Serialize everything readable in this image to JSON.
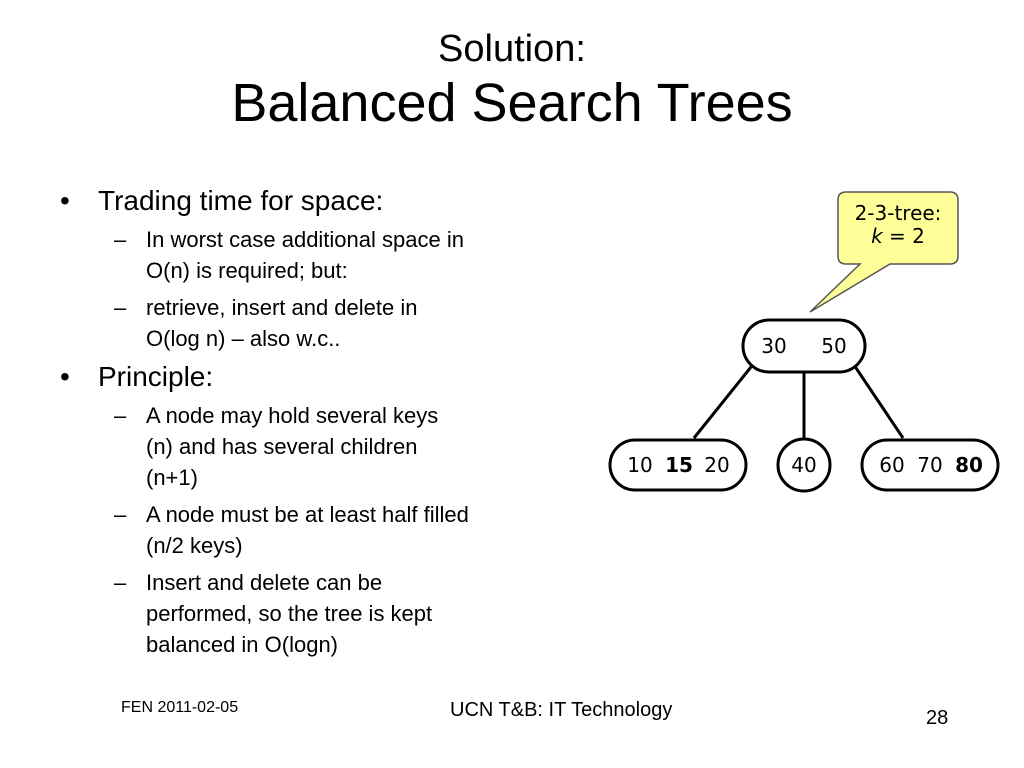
{
  "title": {
    "line1": "Solution:",
    "line2": "Balanced Search Trees"
  },
  "bullets": [
    {
      "text": "Trading time for space:",
      "subitems": [
        [
          "In worst case additional space in",
          "O(n) is required; but:"
        ],
        [
          "retrieve, insert and delete in",
          "O(log n) – also w.c.."
        ]
      ]
    },
    {
      "text": "Principle:",
      "subitems": [
        [
          "A node may hold several keys",
          "(n) and has several children",
          "(n+1)"
        ],
        [
          "A node must be at least half filled",
          "(n/2 keys)"
        ],
        [
          "Insert and delete can be",
          "performed, so the tree is kept",
          "balanced in O(logn)"
        ]
      ]
    }
  ],
  "diagram": {
    "callout": {
      "line1": "2-3-tree:",
      "line2_var": "k",
      "line2_rest": " = 2",
      "fill": "#FFFF99",
      "stroke": "#555555"
    },
    "root": {
      "keys": [
        "30",
        "50"
      ]
    },
    "children": [
      {
        "keys": [
          "10",
          "15",
          "20"
        ],
        "bold": [
          false,
          true,
          false
        ]
      },
      {
        "keys": [
          "40"
        ],
        "bold": [
          false
        ]
      },
      {
        "keys": [
          "60",
          "70",
          "80"
        ],
        "bold": [
          false,
          false,
          true
        ]
      }
    ]
  },
  "footer": {
    "left": "FEN 2011-02-05",
    "center": "UCN T&B: IT Technology",
    "page_number": "28"
  }
}
